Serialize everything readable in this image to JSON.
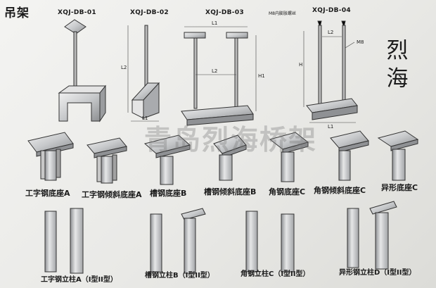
{
  "section_title": "吊架",
  "hangers": [
    {
      "code": "XQJ-DB-01"
    },
    {
      "code": "XQJ-DB-02"
    },
    {
      "code": "XQJ-DB-03"
    },
    {
      "code": "XQJ-DB-04"
    }
  ],
  "hanger4_note": "M8内膨胀螺丝",
  "dims": {
    "l1": "L1",
    "l2": "L2",
    "h1": "H1",
    "h": "H",
    "m8": "M8"
  },
  "side_text": [
    "烈",
    "海"
  ],
  "watermark": "青岛烈海桥架",
  "bases": [
    {
      "label": "工字钢底座A"
    },
    {
      "label": "工字钢倾斜底座A"
    },
    {
      "label": "槽钢底座B"
    },
    {
      "label": "槽钢倾斜底座B"
    },
    {
      "label": "角钢底座C"
    },
    {
      "label": "角钢倾斜底座C"
    },
    {
      "label": "异形底座C"
    }
  ],
  "columns": [
    {
      "label": "工字钢立柱A（I型II型）"
    },
    {
      "label": "槽钢立柱B（I型II型）"
    },
    {
      "label": "角钢立柱C（I型II型）"
    },
    {
      "label": "异形钢立柱D（I型II型）"
    }
  ],
  "colors": {
    "steel_light": "#d9dadb",
    "steel_dark": "#8a8c8f",
    "outline": "#333333"
  }
}
